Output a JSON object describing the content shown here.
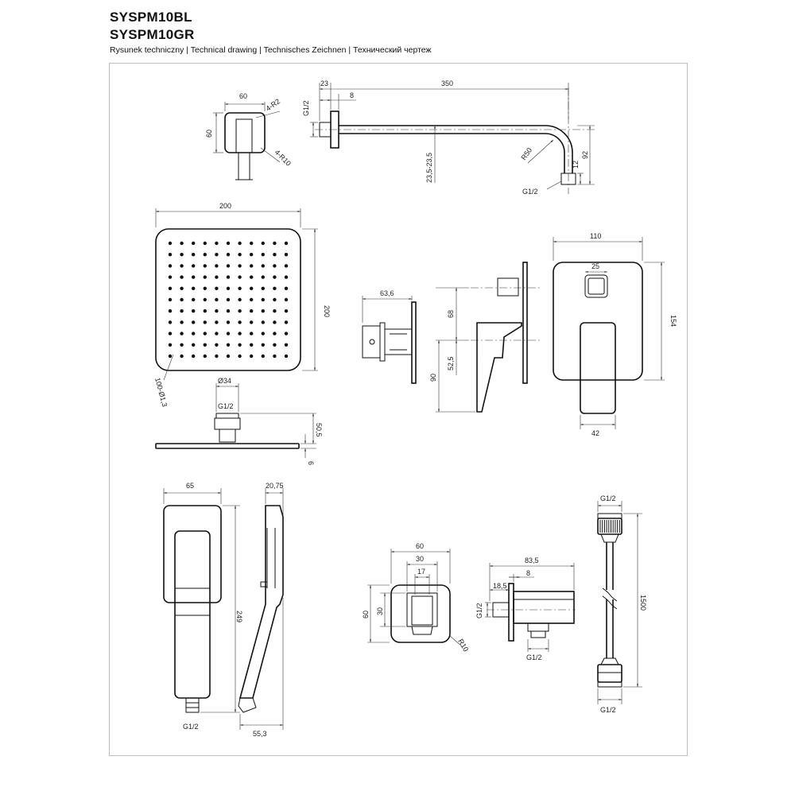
{
  "header": {
    "model_bl": "SYSPM10BL",
    "model_gr": "SYSPM10GR",
    "subtitle": "Rysunek techniczny | Technical drawing | Technisches Zeichnen | Технический чертеж"
  },
  "dims": {
    "wall_flange": {
      "w": "60",
      "h": "60",
      "r2": "4-R2",
      "r10": "4-R10"
    },
    "shower_arm": {
      "g12_top": "G1/2",
      "d23": "23",
      "d8": "8",
      "d350": "350",
      "d235": "23,5-23,5",
      "r50": "R50",
      "d92": "92",
      "d12": "12",
      "g12_bot": "G1/2"
    },
    "rain_head": {
      "w200": "200",
      "h200": "200",
      "holes": "100-Ø1,3",
      "dia34": "Ø34",
      "g12": "G1/2",
      "h505": "50,5",
      "t6": "6"
    },
    "mixer_side": {
      "d636": "63,6"
    },
    "mixer_lever": {
      "d68": "68",
      "d525": "52,5",
      "d90": "90"
    },
    "mixer_front": {
      "d110": "110",
      "d25": "25",
      "d154": "154",
      "d42": "42"
    },
    "hand_front": {
      "w65": "65",
      "h249": "249",
      "g12": "G1/2"
    },
    "hand_side": {
      "d2075": "20,75",
      "d553": "55,3"
    },
    "outlet_front": {
      "d60w": "60",
      "d30w": "30",
      "d17": "17",
      "d60h": "60",
      "d30h": "30",
      "r10": "R10"
    },
    "outlet_side": {
      "d835": "83,5",
      "d8": "8",
      "d185": "18,5",
      "g12_left": "G1/2",
      "g12_bot": "G1/2"
    },
    "hose": {
      "g12_top": "G1/2",
      "len": "1500",
      "g12_bot": "G1/2"
    }
  },
  "shower_head_holes": {
    "cols": 11,
    "rows": 11
  }
}
